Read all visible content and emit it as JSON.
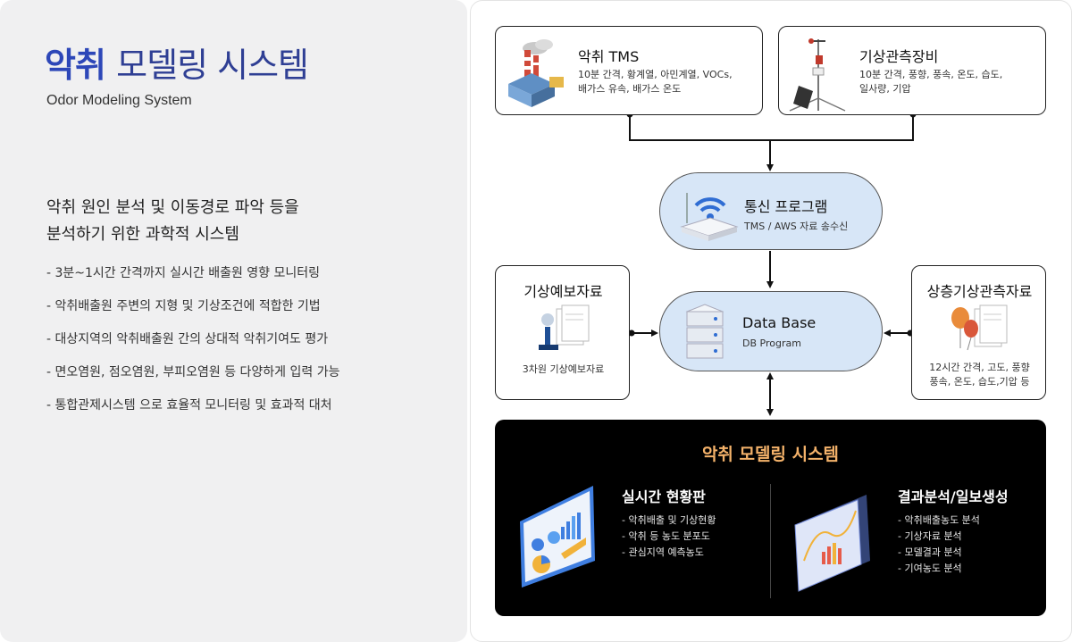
{
  "left": {
    "title_accent": "악취",
    "title_rest": "모델링 시스템",
    "subtitle": "Odor Modeling System",
    "intro_line1": "악취 원인 분석 및 이동경로 파악 등을",
    "intro_line2": "분석하기 위한 과학적 시스템",
    "features": [
      "- 3분~1시간 간격까지 실시간 배출원 영향 모니터링",
      "- 악취배출원 주변의 지형 및 기상조건에 적합한 기법",
      "- 대상지역의 악취배출원 간의 상대적 악취기여도 평가",
      "- 면오염원, 점오염원, 부피오염원 등 다양하게 입력 가능",
      "- 통합관제시스템 으로 효율적 모니터링 및 효과적 대처"
    ]
  },
  "diagram": {
    "tms": {
      "title": "악취 TMS",
      "desc1": "10분 간격, 황계열, 아민계열, VOCs,",
      "desc2": "배가스 유속, 배가스 온도"
    },
    "weather_equip": {
      "title": "기상관측장비",
      "desc1": "10분 간격, 풍향, 풍속, 온도, 습도,",
      "desc2": "일사량, 기압"
    },
    "comm": {
      "title": "통신 프로그램",
      "desc": "TMS / AWS 자료 송수신"
    },
    "forecast": {
      "title": "기상예보자료",
      "desc": "3차원 기상예보자료"
    },
    "database": {
      "title": "Data Base",
      "desc": "DB Program"
    },
    "upper_air": {
      "title": "상층기상관측자료",
      "desc1": "12시간 간격, 고도, 풍향",
      "desc2": "풍속, 온도, 습도,기압 등"
    },
    "system": {
      "title": "악취 모델링 시스템",
      "realtime": {
        "title": "실시간 현황판",
        "items": [
          "- 악취배출 및 기상현황",
          "- 악취 등 농도 분포도",
          "- 관심지역 예측농도"
        ]
      },
      "report": {
        "title": "결과분석/일보생성",
        "items": [
          "- 악취배출농도 분석",
          "- 기상자료 분석",
          "- 모델결과 분석",
          "- 기여농도 분석"
        ]
      }
    }
  },
  "colors": {
    "title_blue": "#2d47b8",
    "pill_fill": "#d7e6f7",
    "system_title": "#f4b26a",
    "dark_bg": "#000000"
  }
}
